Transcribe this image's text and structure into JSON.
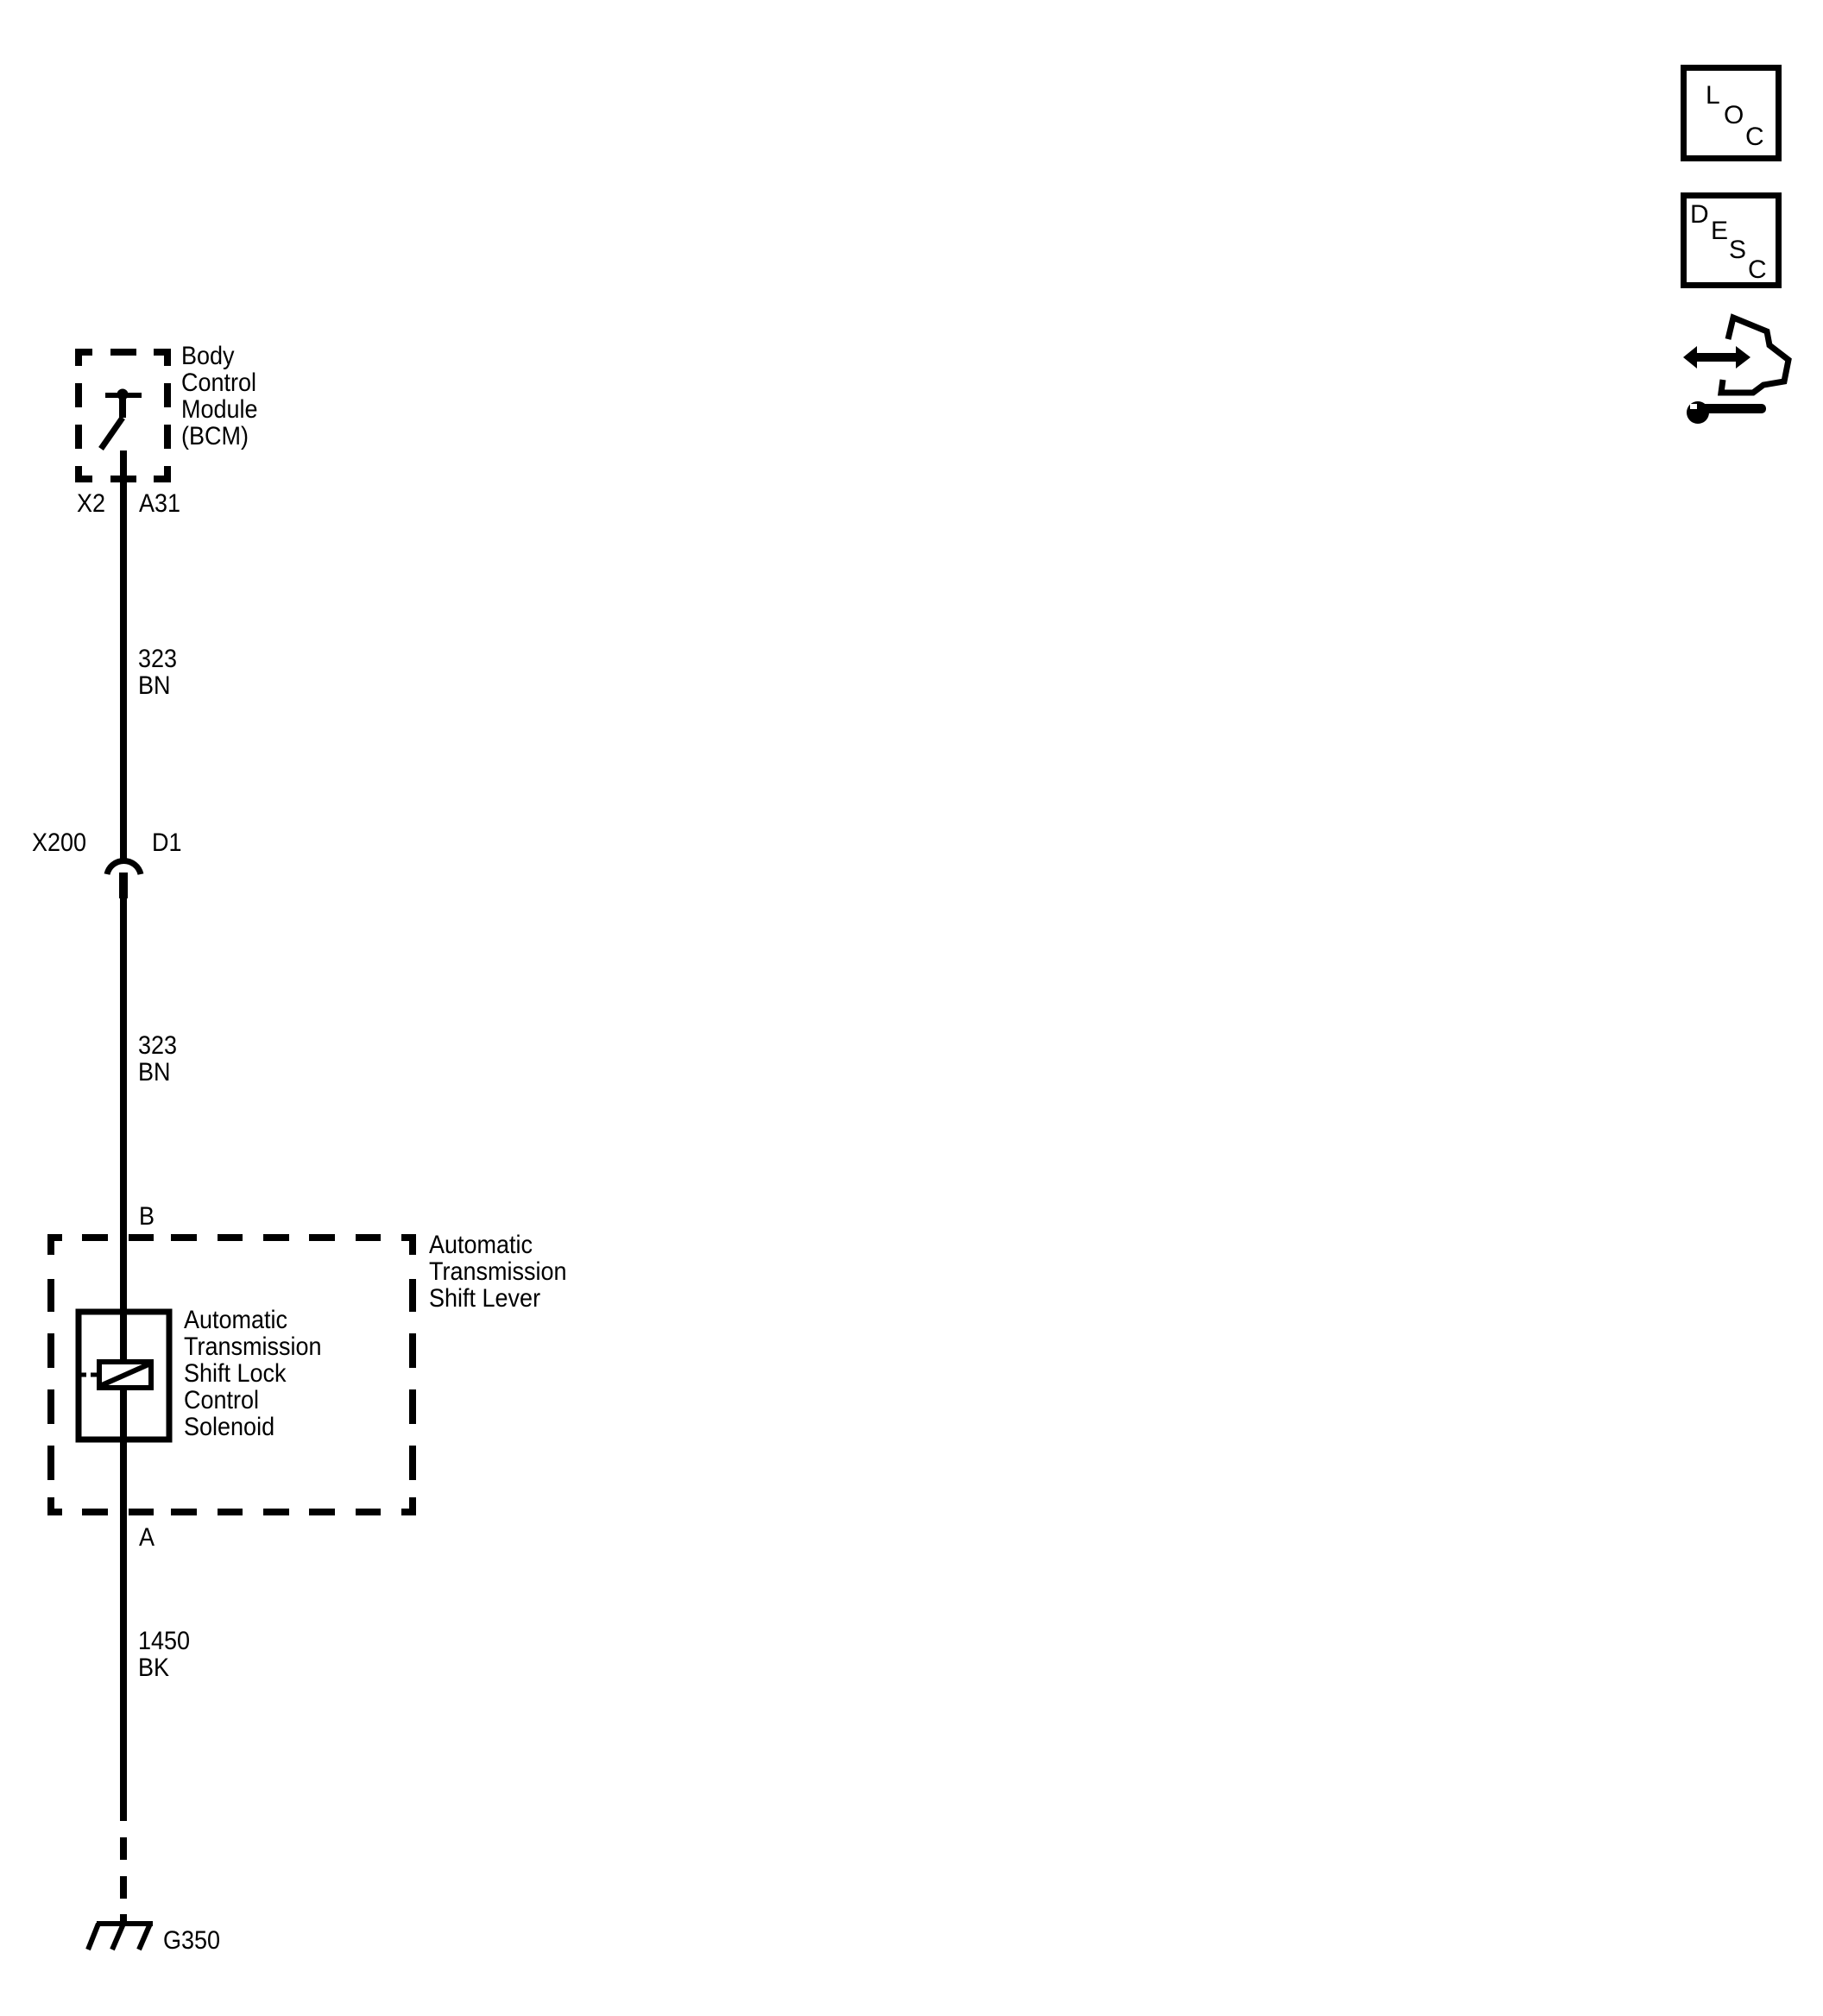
{
  "diagram": {
    "type": "wiring-schematic",
    "components": {
      "bcm": {
        "label_lines": [
          "Body",
          "Control",
          "Module",
          "(BCM)"
        ],
        "connector": "X2",
        "pin": "A31"
      },
      "connector_x200": {
        "label": "X200",
        "pin": "D1"
      },
      "shift_lever": {
        "label_lines": [
          "Automatic",
          "Transmission",
          "Shift Lever"
        ],
        "pin_top": "B",
        "pin_bottom": "A"
      },
      "solenoid": {
        "label_lines": [
          "Automatic",
          "Transmission",
          "Shift Lock",
          "Control",
          "Solenoid"
        ]
      },
      "ground": {
        "label": "G350"
      }
    },
    "wires": [
      {
        "circuit": "323",
        "color": "BN"
      },
      {
        "circuit": "323",
        "color": "BN"
      },
      {
        "circuit": "1450",
        "color": "BK"
      }
    ]
  },
  "side_icons": {
    "loc": {
      "letters": [
        "L",
        "O",
        "C"
      ]
    },
    "desc": {
      "letters": [
        "D",
        "E",
        "S",
        "C"
      ]
    },
    "connector_service_icon": "connector-wrench-icon"
  }
}
